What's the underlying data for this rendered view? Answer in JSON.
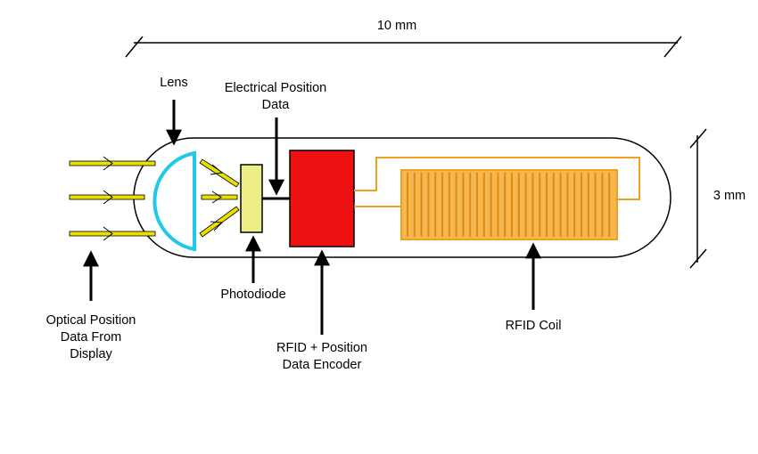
{
  "dimensions": {
    "length": "10 mm",
    "diameter": "3 mm"
  },
  "labels": {
    "lens": "Lens",
    "electrical_position_data": "Electrical Position\nData",
    "photodiode": "Photodiode",
    "optical_position_data": "Optical Position\nData From\nDisplay",
    "encoder": "RFID + Position\nData Encoder",
    "rfid_coil": "RFID Coil"
  },
  "colors": {
    "lens": "#22c8e8",
    "light_rays": "#e8e000",
    "photodiode": "#eeee88",
    "encoder": "#ee1111",
    "coil": "#f0a020",
    "outline": "#000000"
  }
}
